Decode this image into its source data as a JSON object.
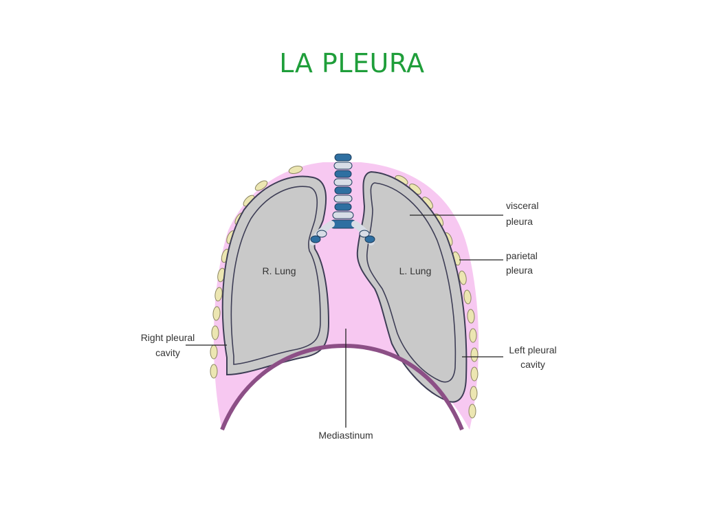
{
  "slide": {
    "title": "LA PLEURA"
  },
  "diagram": {
    "labels": {
      "visceral_line1": "visceral",
      "visceral_line2": "pleura",
      "parietal_line1": "parietal",
      "parietal_line2": "pleura",
      "r_lung": "R. Lung",
      "l_lung": "L. Lung",
      "right_cavity_line1": "Right pleural",
      "right_cavity_line2": "cavity",
      "left_cavity_line1": "Left pleural",
      "left_cavity_line2": "cavity",
      "mediastinum": "Mediastinum"
    }
  },
  "colors": {
    "title": "#1f9e3a",
    "pleural_pink": "#f7c8f1",
    "lung_gray": "#c9c9c9",
    "outline": "#3d3d55",
    "diaphragm": "#8c4f86",
    "rib": "#ece6b2",
    "trachea_blue": "#2e6fa1",
    "trachea_light": "#d8dde6"
  }
}
